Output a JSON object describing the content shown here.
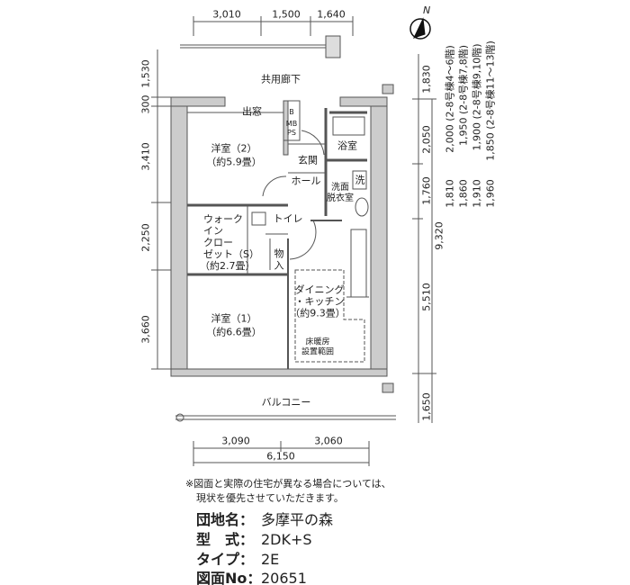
{
  "compass": {
    "label": "N"
  },
  "dimensions": {
    "top": [
      "3,010",
      "1,500",
      "1,640"
    ],
    "left": [
      "1,530",
      "300",
      "3,410",
      "2,250",
      "3,660"
    ],
    "right": [
      "1,830",
      "2,050",
      "1,760",
      "5,510",
      "1,650"
    ],
    "right_total": "9,320",
    "bottom": [
      "3,090",
      "3,060"
    ],
    "bottom_total": "6,150",
    "variants": [
      "2,000 (2-8号棟4〜6階)",
      "1,950 (2-8号棟7,8階)",
      "1,900 (2-8号棟9,10階)",
      "1,850 (2-8号棟11〜13階)"
    ],
    "variants_second": [
      "1,810",
      "1,860",
      "1,910",
      "1,960"
    ]
  },
  "rooms": {
    "corridor": "共用廊下",
    "bay_window": "出窓",
    "western2_name": "洋室（2）",
    "western2_size": "（約5.9畳）",
    "entrance": "玄関",
    "bath": "浴室",
    "hall": "ホール",
    "washroom_1": "洗面",
    "washroom_2": "脱衣室",
    "washer": "洗",
    "closet": [
      "ウォーク",
      "イン",
      "クロー",
      "ゼット（S）",
      "（約2.7畳）"
    ],
    "toilet": "トイレ",
    "storage_1": "物",
    "storage_2": "入",
    "dk_1": "ダイニング",
    "dk_2": "・キッチン",
    "dk_size": "（約9.3畳）",
    "western1_name": "洋室（1）",
    "western1_size": "（約6.6畳）",
    "floor_heat_1": "床暖房",
    "floor_heat_2": "設置範囲",
    "balcony": "バルコニー",
    "b": "B",
    "mb": "MB",
    "ps": "PS"
  },
  "notes": [
    "※図面と実際の住宅が異なる場合については、",
    "現状を優先させていただきます。"
  ],
  "info": [
    {
      "label": "団地名：",
      "value": "多摩平の森"
    },
    {
      "label": "型　式：",
      "value": "2DK+S"
    },
    {
      "label": "タイプ：",
      "value": "2E"
    },
    {
      "label": "図面No：",
      "value": "20651"
    }
  ]
}
